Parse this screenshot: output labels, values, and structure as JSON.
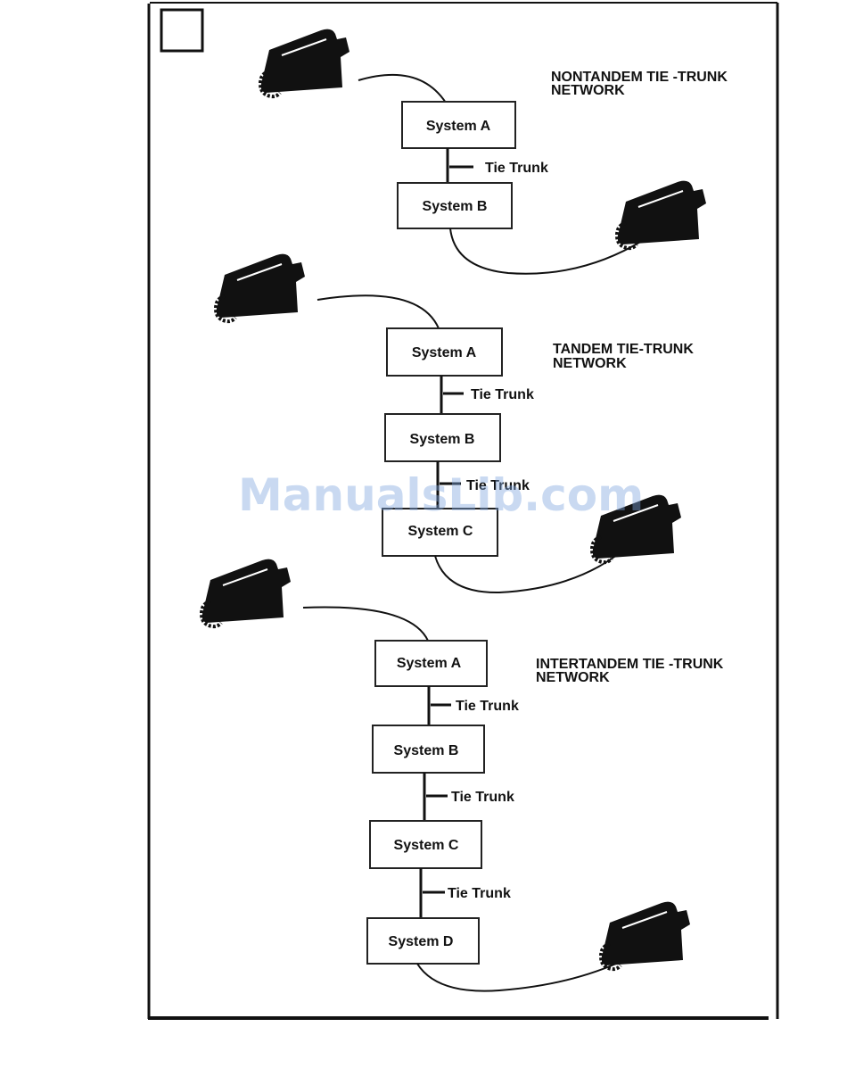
{
  "diagrams": [
    {
      "title_lines": [
        "NONTANDEM TIE -TRUNK",
        "NETWORK"
      ],
      "systems": [
        "System A",
        "System B"
      ],
      "links": [
        "Tie Trunk"
      ]
    },
    {
      "title_lines": [
        "TANDEM TIE-TRUNK",
        "NETWORK"
      ],
      "systems": [
        "System A",
        "System B",
        "System C"
      ],
      "links": [
        "Tie Trunk",
        "Tie Trunk"
      ]
    },
    {
      "title_lines": [
        "INTERTANDEM TIE -TRUNK",
        "NETWORK"
      ],
      "systems": [
        "System A",
        "System B",
        "System C",
        "System D"
      ],
      "links": [
        "Tie Trunk",
        "Tie Trunk",
        "Tie Trunk"
      ]
    }
  ],
  "icons": {
    "telephone": "telephone-icon",
    "corner_box": "square-marker-icon"
  },
  "watermark": "ManualsLib.com",
  "colors": {
    "ink": "#111111",
    "watermark": "#7fa7e0"
  }
}
